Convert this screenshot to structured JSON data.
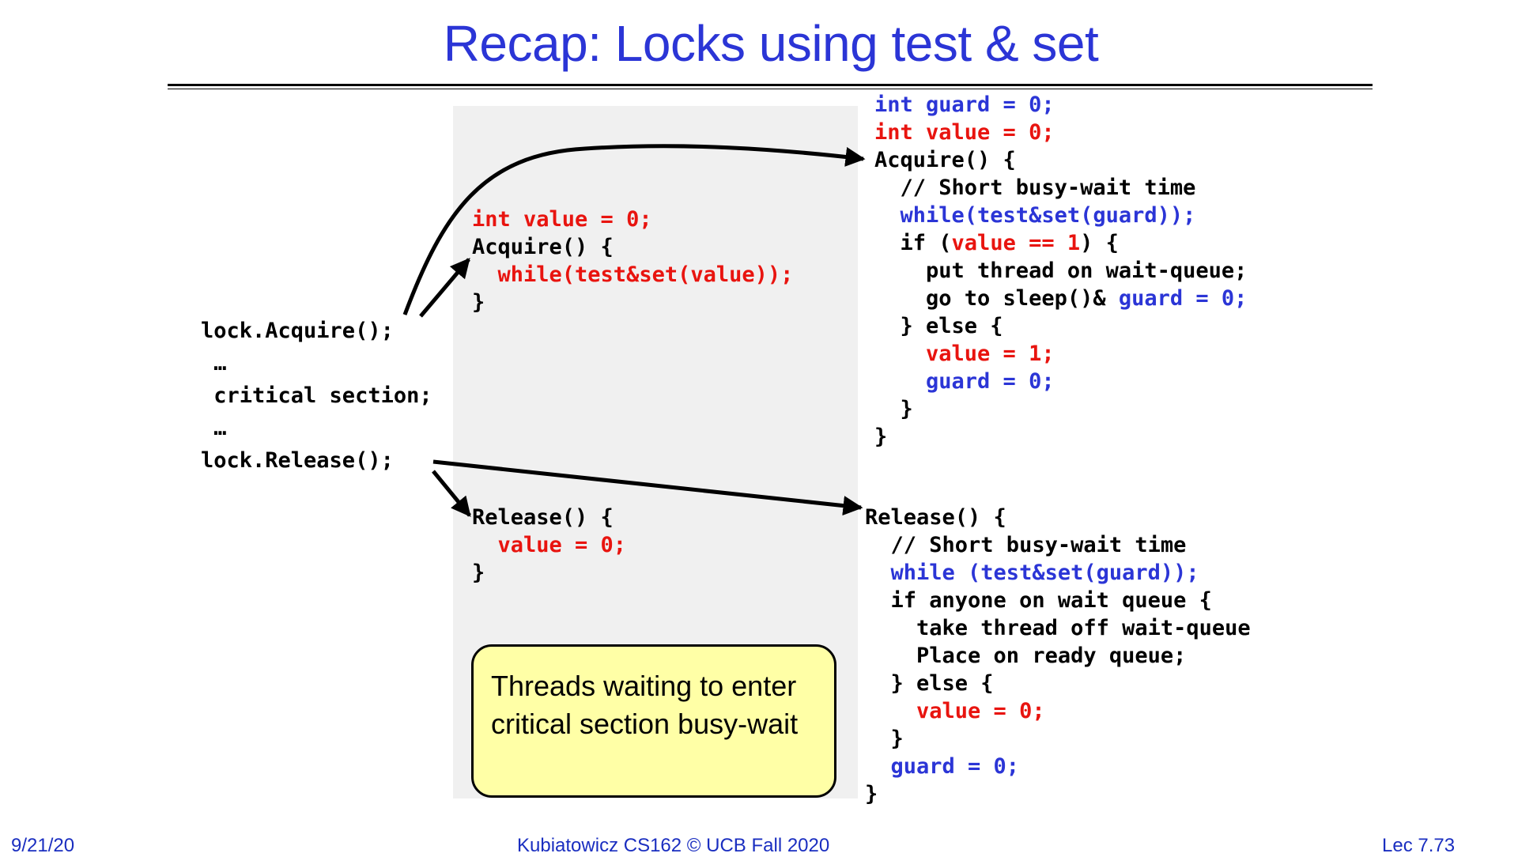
{
  "slide": {
    "title": "Recap: Locks using test & set",
    "footer": {
      "date": "9/21/20",
      "center": "Kubiatowicz CS162 © UCB Fall 2020",
      "lecture": "Lec 7.73"
    },
    "note": "Threads waiting to enter critical section busy-wait",
    "colors": {
      "title": "#2b35d6",
      "blue_code": "#2b35d6",
      "red_code": "#e8140f",
      "note_bg": "#ffffa6",
      "shade": "#f0f0f0"
    }
  },
  "code": {
    "user": [
      "lock.Acquire();",
      " …",
      " critical section;",
      " …",
      "lock.Release();"
    ],
    "simple_acquire": [
      "int value = 0;",
      "Acquire() {",
      "  while(test&set(value));",
      "}"
    ],
    "simple_release": [
      "Release() {",
      "  value = 0;",
      "}"
    ],
    "guard_acquire": [
      "int guard = 0;",
      "int value = 0;",
      "Acquire() {",
      "  // Short busy-wait time",
      "  while(test&set(guard));",
      "  if (",
      "value == 1",
      ") {",
      "    put thread on wait-queue;",
      "    go to sleep()& ",
      "guard = 0;",
      "  } else {",
      "    value = 1;",
      "    guard = 0;",
      "  }",
      "}"
    ],
    "guard_release": [
      "Release() {",
      "  // Short busy-wait time",
      "  while (test&set(guard));",
      "  if anyone on wait queue {",
      "    take thread off wait-queue",
      "    Place on ready queue;",
      "  } else {",
      "    value = 0;",
      "  }",
      "  guard = 0;",
      "}"
    ]
  }
}
